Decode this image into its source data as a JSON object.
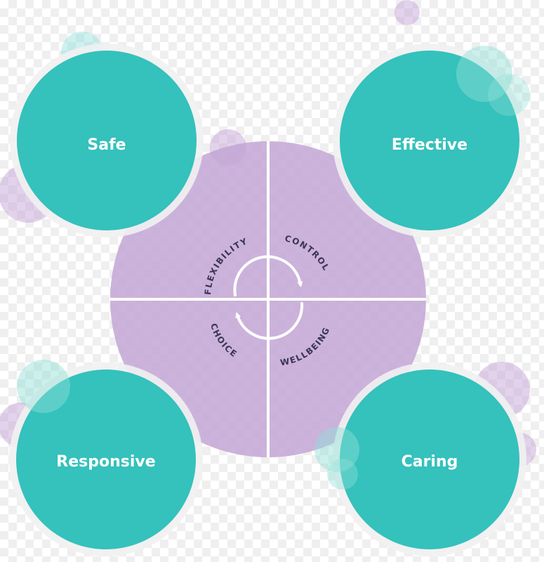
{
  "nodes": [
    {
      "id": "safe",
      "label": "Safe"
    },
    {
      "id": "effective",
      "label": "Effective"
    },
    {
      "id": "responsive",
      "label": "Responsive"
    },
    {
      "id": "caring",
      "label": "Caring"
    }
  ],
  "cycle": {
    "labels": [
      "FLEXIBILITY",
      "CONTROL",
      "WELLBEING",
      "CHOICE"
    ]
  },
  "colors": {
    "node_fill": "#27bdb8",
    "node_ring": "#f1f1f1",
    "center_fill": "#c3a6d5",
    "bubble_purple": "#c7a9dc",
    "bubble_teal": "#8fe0d8",
    "cycle_text": "#3a3550"
  }
}
